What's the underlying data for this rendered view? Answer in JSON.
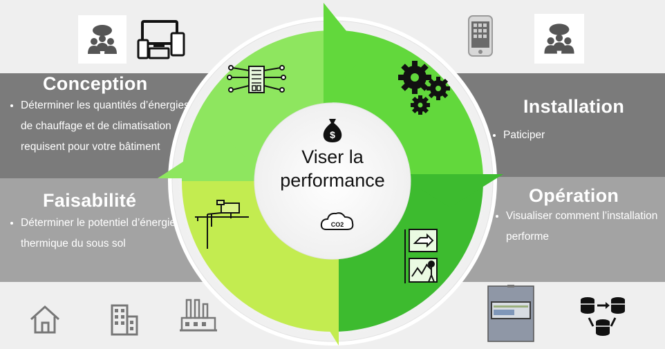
{
  "conception": {
    "title": "Conception",
    "bullet": "Déterminer les quantités d’énergies de chauffage et de climatisation requisent pour votre bâtiment"
  },
  "faisabilite": {
    "title": "Faisabilité",
    "bullet": "Déterminer le potentiel d’énergie thermique du sous sol"
  },
  "installation": {
    "title": "Installation",
    "bullet": "Paticiper"
  },
  "operation": {
    "title": "Opération",
    "bullet": "Visualiser comment l’installation performe"
  },
  "center": {
    "line1": "Viser la",
    "line2": "performance",
    "co2": "CO2"
  },
  "colors": {
    "panel_dark": "#7b7b7b",
    "panel_light": "#a3a3a3",
    "green_light": "#8ee65f",
    "green_mid": "#5ad53a",
    "green_dark": "#3cb62e",
    "yellow_green": "#c8ee55"
  },
  "icons": {
    "top_left": [
      "users-group-icon",
      "devices-icon"
    ],
    "top_right": [
      "smartphone-icon",
      "users-group-icon"
    ],
    "bottom_left": [
      "house-icon",
      "building-icon",
      "factory-icon"
    ],
    "bottom_right": [
      "controller-device-icon",
      "database-sync-icon"
    ],
    "cycle": [
      "circuit-board-icon",
      "gears-icon",
      "money-bag-icon",
      "cloud-co2-icon",
      "drilling-rig-icon",
      "monitoring-chart-icon"
    ]
  }
}
